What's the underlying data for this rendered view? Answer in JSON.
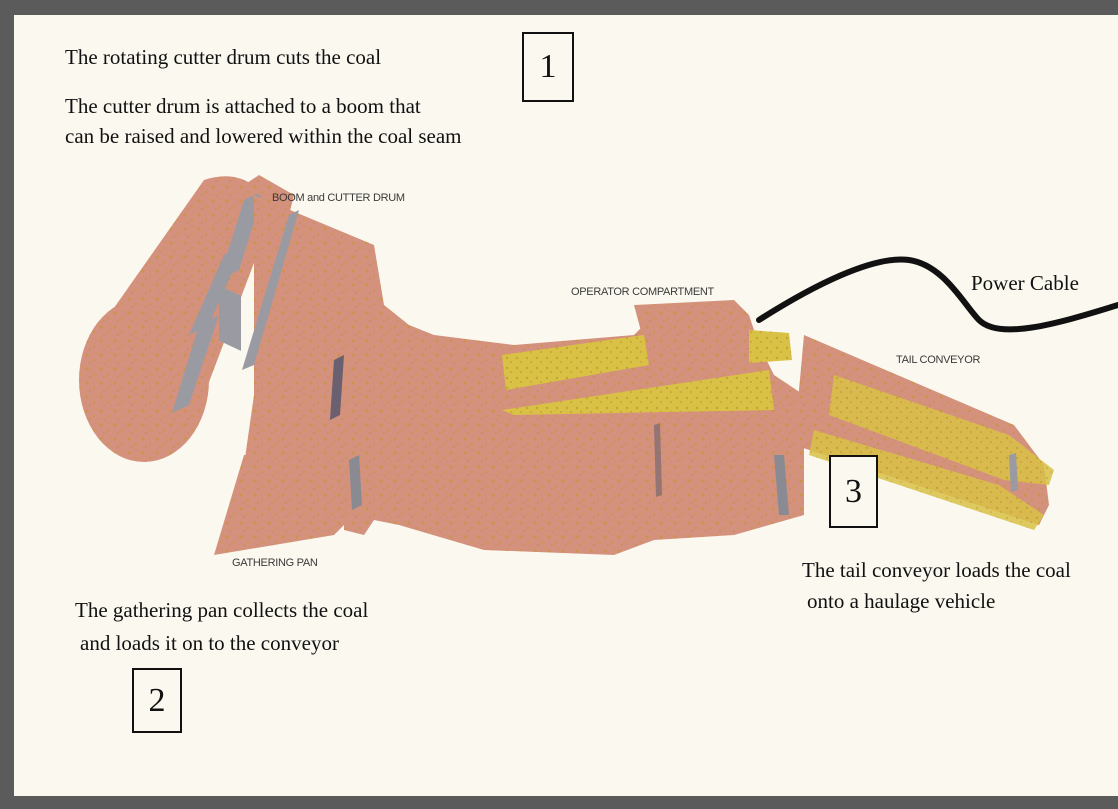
{
  "callouts": {
    "c1": {
      "number": "1",
      "line1": "The  rotating cutter drum cuts the coal",
      "line2": "The cutter drum is attached to a boom that",
      "line3": "can be raised and lowered within the coal seam"
    },
    "c2": {
      "number": "2",
      "line1": "The gathering pan collects the coal",
      "line2": "and loads it on to the conveyor"
    },
    "c3": {
      "number": "3",
      "line1": "The tail conveyor loads the coal",
      "line2": "onto a haulage vehicle"
    }
  },
  "labels": {
    "boom": "BOOM and CUTTER DRUM",
    "operator": "OPERATOR COMPARTMENT",
    "tail": "TAIL CONVEYOR",
    "gathering": "GATHERING PAN",
    "power_cable": "Power Cable"
  },
  "colors": {
    "frame": "#5b5b5b",
    "background": "#fbf8ef",
    "machine_body": "#d4917e",
    "machine_speckle": "#c9963c",
    "conveyor_yellow": "#d9c145",
    "drum_slot": "#9a9aa2",
    "cable": "#111111"
  }
}
